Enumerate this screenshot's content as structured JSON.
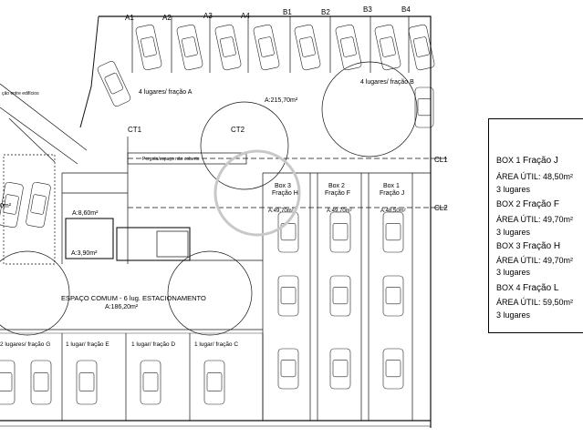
{
  "spots_top": [
    "A1",
    "A2",
    "A3",
    "A4",
    "B1",
    "B2",
    "B3",
    "B4"
  ],
  "group_labels": {
    "fraction_a": "4 lugares/ fração A",
    "fraction_b": "4 lugares/ fração B",
    "fraction_g": "2 lugares/ fração G",
    "fraction_e": "1 lugar/ fração E",
    "fraction_d": "1 lugar/ fração D",
    "fraction_c": "1 lugar/ fração C"
  },
  "areas": {
    "top": "A:215,70m²",
    "small1": "A:8,60m²",
    "small2": "A:3,90m²",
    "box_h": "A:49,70m²",
    "box_f": "A:49,70m²",
    "box_j": "A:48,50m²",
    "common": "A:186,20m²",
    "left": "0m²"
  },
  "common_title": "ESPAÇO COMUM - 6 lug. ESTACIONAMENTO",
  "ct": [
    "CT1",
    "CT2"
  ],
  "cl": [
    "CL1",
    "CL2"
  ],
  "pergola": "Pergola/espaço não coberto",
  "left_note": "ção entre edifícios",
  "boxes": [
    {
      "box": "Box 3",
      "frac": "Fração H"
    },
    {
      "box": "Box 2",
      "frac": "Fração F"
    },
    {
      "box": "Box 1",
      "frac": "Fração J"
    }
  ],
  "legend": [
    {
      "box": "BOX 1",
      "frac": "Fração J",
      "area_label": "ÁREA ÚTIL:",
      "area": "48,50m²",
      "spots": "3 lugares"
    },
    {
      "box": "BOX 2",
      "frac": "Fração F",
      "area_label": "ÁREA ÚTIL:",
      "area": "49,70m²",
      "spots": "3 lugares"
    },
    {
      "box": "BOX 3",
      "frac": "Fração H",
      "area_label": "ÁREA ÚTIL:",
      "area": "49,70m²",
      "spots": "3 lugares"
    },
    {
      "box": "BOX 4",
      "frac": "Fração L",
      "area_label": "ÁREA ÚTIL:",
      "area": "59,50m²",
      "spots": "3 lugares"
    }
  ]
}
